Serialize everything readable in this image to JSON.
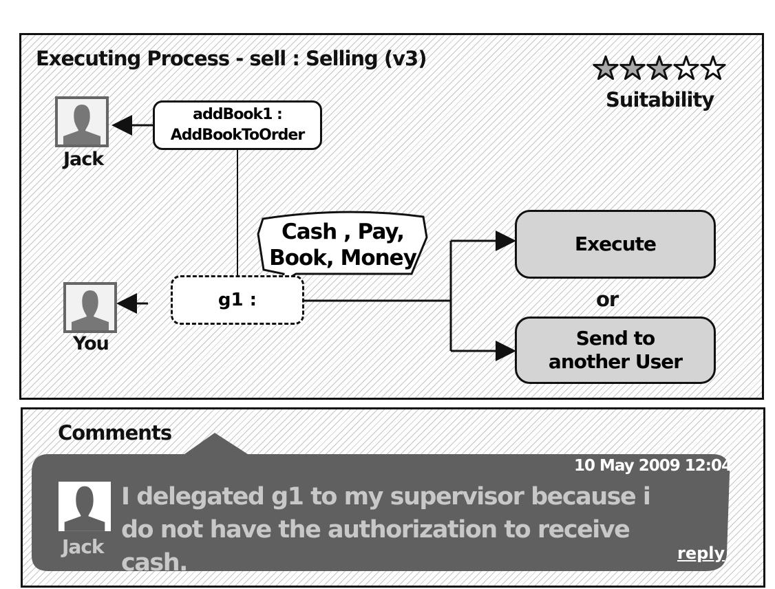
{
  "process": {
    "title": "Executing Process - sell : Selling (v3)",
    "rating": {
      "value": 3,
      "max": 5,
      "label": "Suitability"
    }
  },
  "diagram": {
    "jack_label": "Jack",
    "you_label": "You",
    "task_box": "addBook1 : AddBookToOrder",
    "task_line1": "addBook1 :",
    "task_line2": "AddBookToOrder",
    "goal_box": "g1 :",
    "bubble_line1": "Cash , Pay,",
    "bubble_line2": "Book, Money",
    "execute_label": "Execute",
    "or_label": "or",
    "send_line1": "Send to",
    "send_line2": "another User"
  },
  "comments": {
    "title": "Comments",
    "items": [
      {
        "author": "Jack",
        "timestamp": "10 May 2009 12:04",
        "text": "I delegated g1  to my supervisor because i do not have the authorization to receive cash.",
        "reply_label": "reply"
      }
    ]
  },
  "colors": {
    "button": "#d4d4d4",
    "comment_bg": "#606060",
    "comment_text": "#c8c8c8",
    "star_fill": "#a8a8a8"
  }
}
